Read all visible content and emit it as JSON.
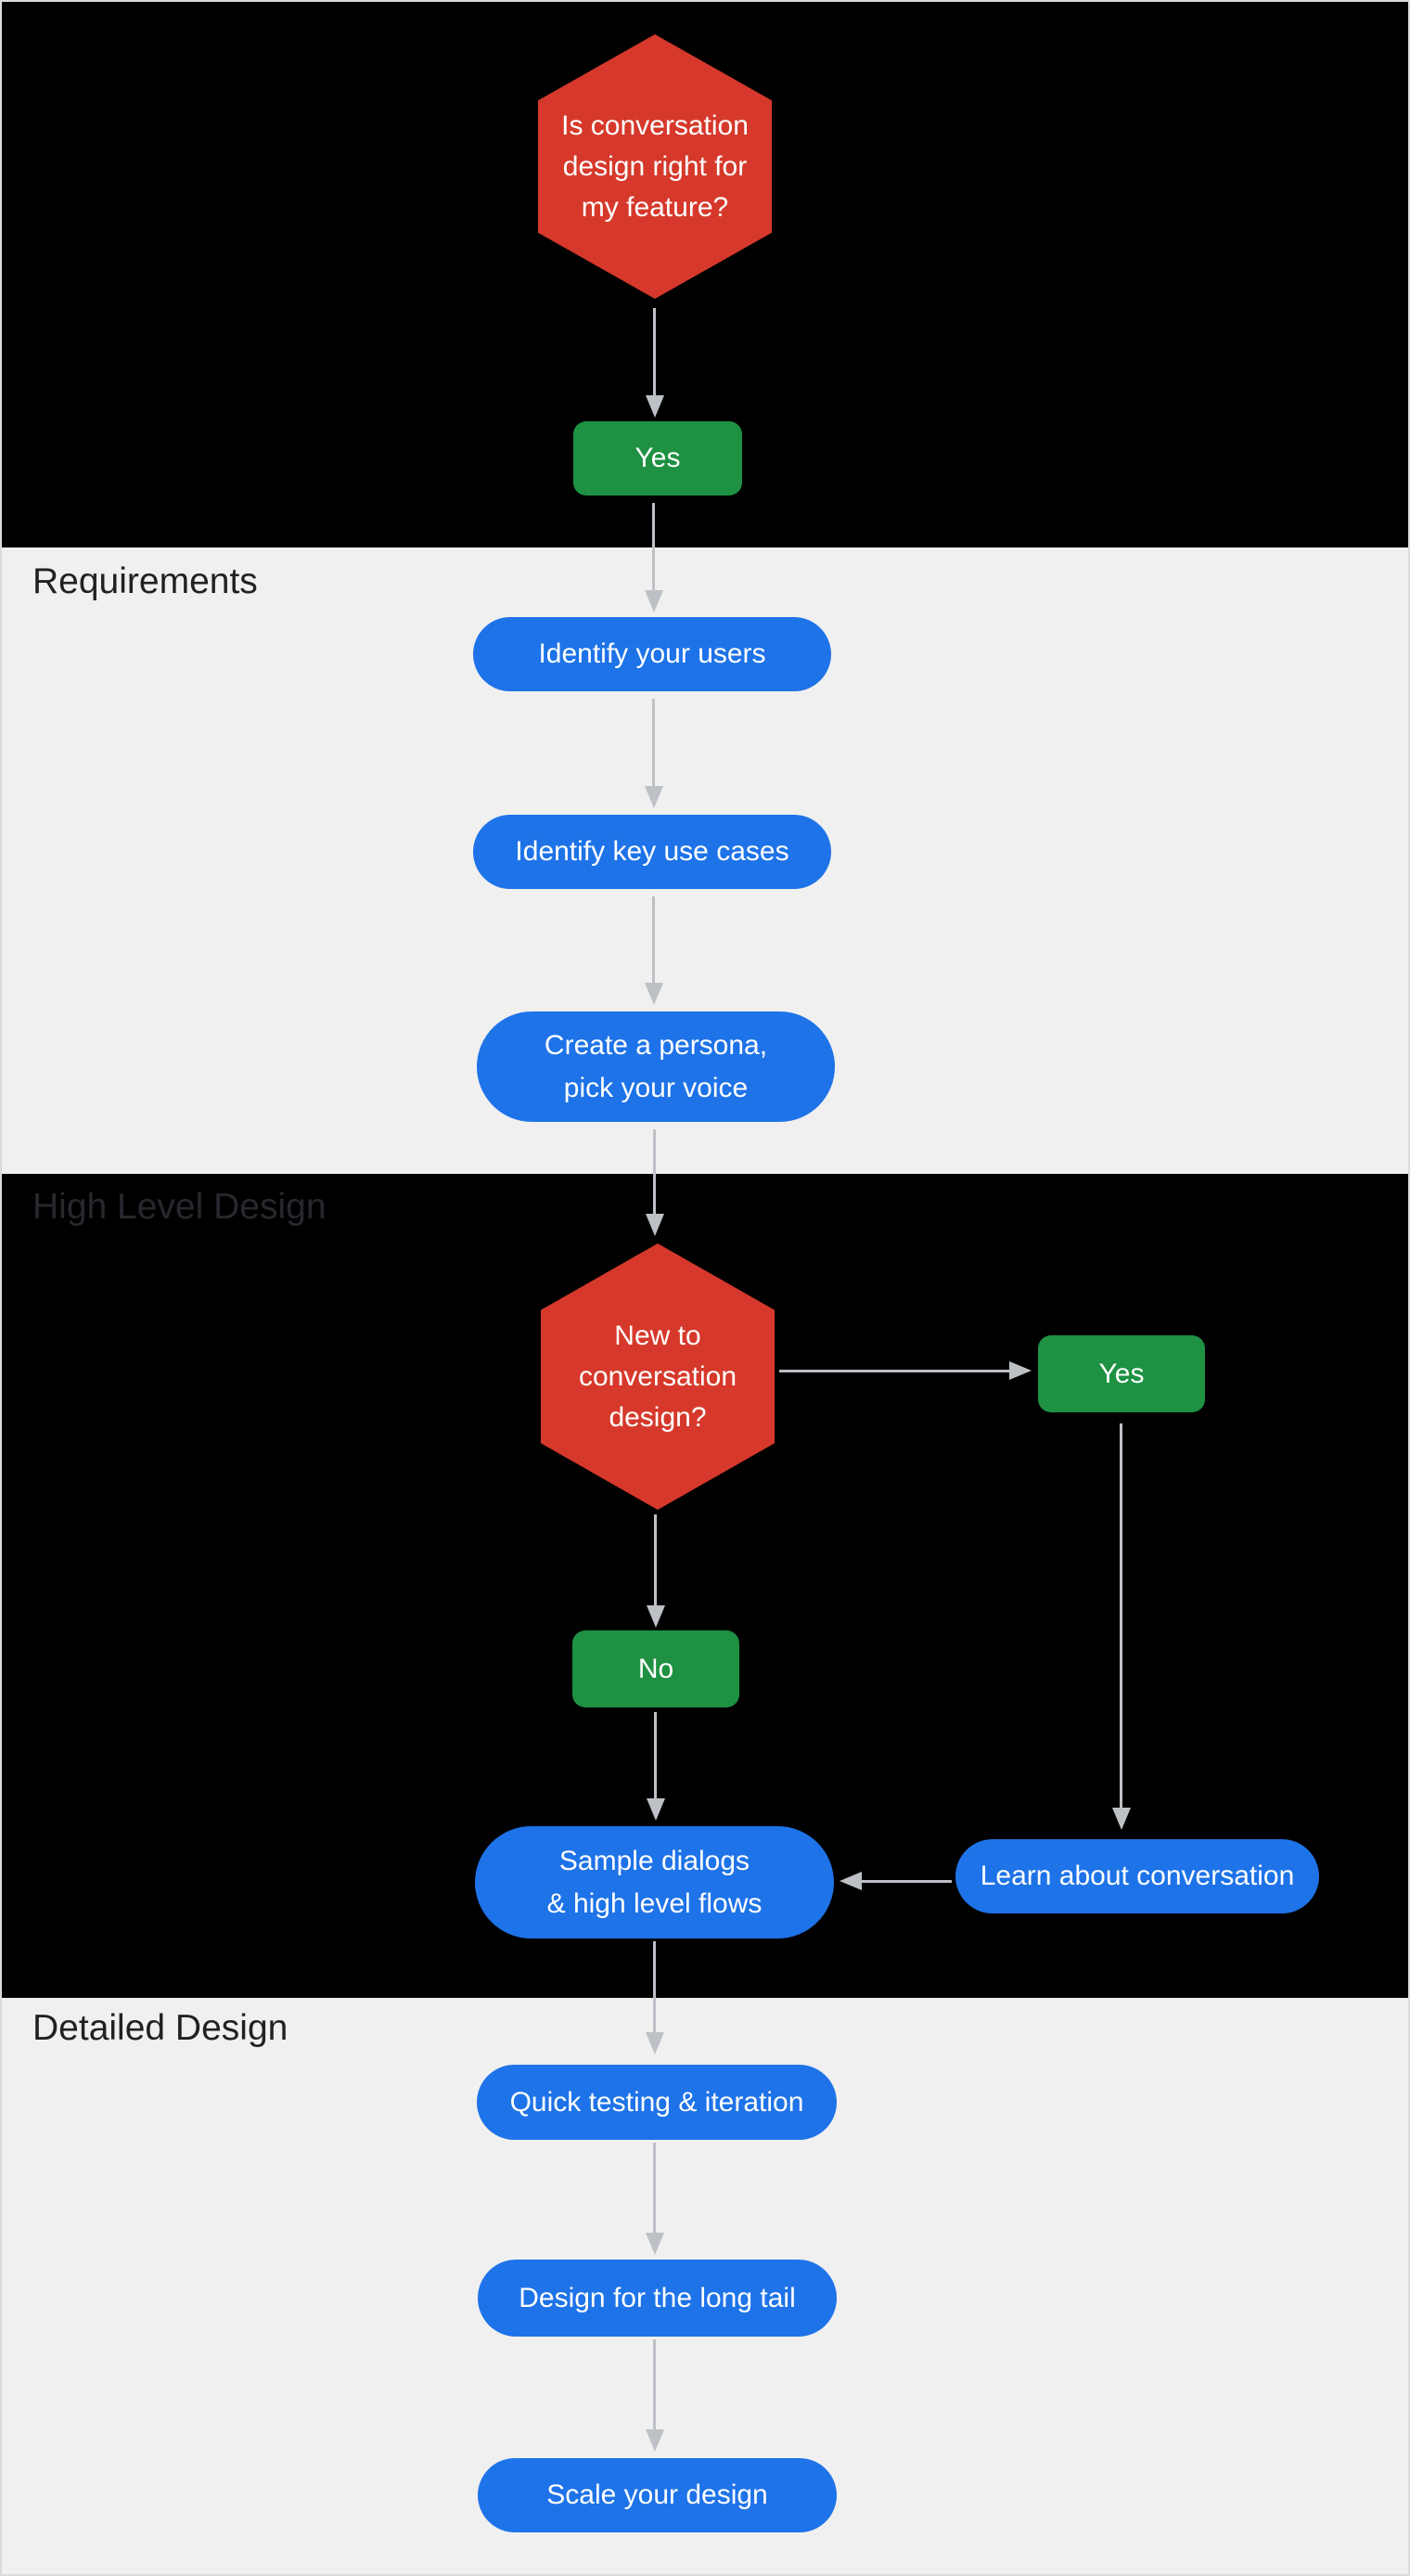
{
  "sections": {
    "requirements": "Requirements",
    "high_level_design": "High Level Design",
    "detailed_design": "Detailed Design"
  },
  "nodes": {
    "decision_fit": "Is conversation\ndesign right for\nmy feature?",
    "answer_fit_yes": "Yes",
    "identify_users": "Identify your users",
    "identify_use_cases": "Identify key use cases",
    "create_persona": "Create a persona,\npick your voice",
    "decision_new": "New to\nconversation\ndesign?",
    "answer_new_yes": "Yes",
    "answer_new_no": "No",
    "sample_dialogs": "Sample dialogs\n& high level flows",
    "learn_conversation": "Learn about conversation",
    "quick_testing": "Quick testing & iteration",
    "design_long_tail": "Design for the long tail",
    "scale_design": "Scale your design"
  },
  "colors": {
    "decision_red": "#D6392B",
    "answer_green": "#1E9142",
    "step_blue": "#1E73E8",
    "arrow_gray": "#BDC1C6",
    "section_dark_bg": "#000000",
    "section_light_bg": "#F0F0F0",
    "section_label_text": "#202124",
    "node_text": "#FFFFFF"
  }
}
